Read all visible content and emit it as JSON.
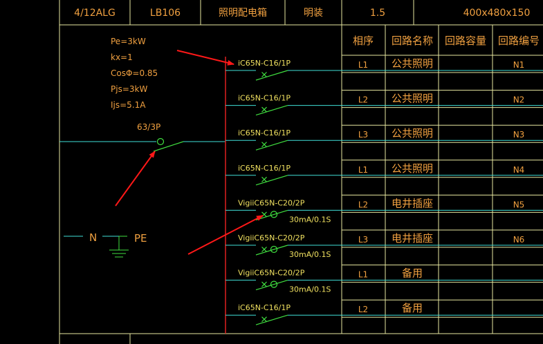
{
  "header": {
    "cells": [
      "4/12ALG",
      "LB106",
      "照明配电箱",
      "明装",
      "1.5",
      "400x480x150"
    ]
  },
  "params": [
    "Pe=3kW",
    "kx=1",
    "CosΦ=0.85",
    "Pjs=3kW",
    "Ijs=5.1A"
  ],
  "main_breaker": "63/3P",
  "ground": {
    "n": "N",
    "pe": "PE"
  },
  "table_headers": [
    "相序",
    "回路名称",
    "回路容量",
    "回路编号"
  ],
  "circuits": [
    {
      "breaker": "iC65N-C16/1P",
      "rcd": "",
      "phase": "L1",
      "name": "公共照明",
      "capacity": "",
      "id": "N1"
    },
    {
      "breaker": "iC65N-C16/1P",
      "rcd": "",
      "phase": "L2",
      "name": "公共照明",
      "capacity": "",
      "id": "N2"
    },
    {
      "breaker": "iC65N-C16/1P",
      "rcd": "",
      "phase": "L3",
      "name": "公共照明",
      "capacity": "",
      "id": "N3"
    },
    {
      "breaker": "iC65N-C16/1P",
      "rcd": "",
      "phase": "L1",
      "name": "公共照明",
      "capacity": "",
      "id": "N4"
    },
    {
      "breaker": "VigiiC65N-C20/2P",
      "rcd": "30mA/0.1S",
      "phase": "L2",
      "name": "电井插座",
      "capacity": "",
      "id": "N5"
    },
    {
      "breaker": "VigiiC65N-C20/2P",
      "rcd": "30mA/0.1S",
      "phase": "L3",
      "name": "电井插座",
      "capacity": "",
      "id": "N6"
    },
    {
      "breaker": "VigiiC65N-C20/2P",
      "rcd": "30mA/0.1S",
      "phase": "L1",
      "name": "备用",
      "capacity": "",
      "id": ""
    },
    {
      "breaker": "iC65N-C16/1P",
      "rcd": "",
      "phase": "L2",
      "name": "备用",
      "capacity": "",
      "id": ""
    }
  ],
  "colors": {
    "background": "#000000",
    "frame": "#e8e8a0",
    "text_orange": "#f0a040",
    "text_yellow": "#f0e060",
    "wire_cyan": "#40e0d8",
    "breaker_green": "#40e040",
    "bus_red": "#e02020",
    "arrow_red": "#ff1818"
  }
}
